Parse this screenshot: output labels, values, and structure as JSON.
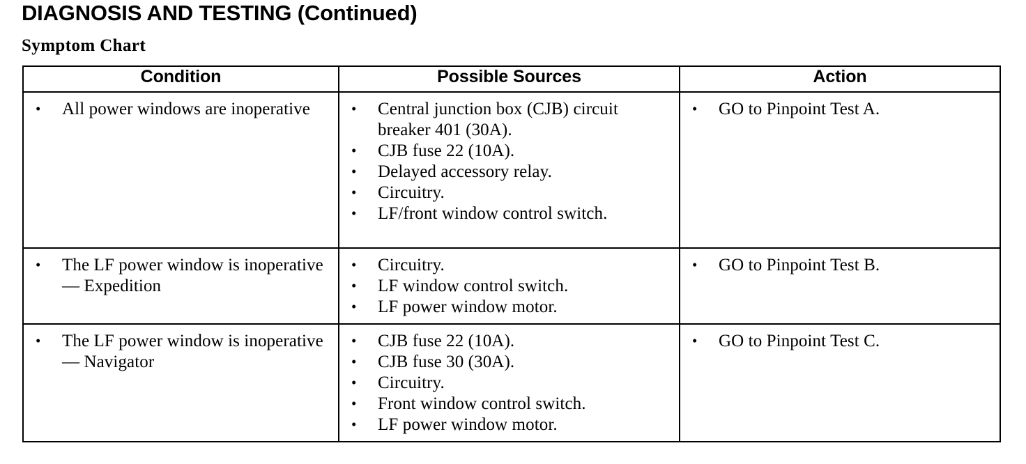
{
  "document": {
    "title": "DIAGNOSIS AND TESTING (Continued)",
    "subtitle": "Symptom Chart"
  },
  "table": {
    "headers": {
      "condition": "Condition",
      "sources": "Possible Sources",
      "action": "Action"
    },
    "rows": [
      {
        "condition": [
          "All power windows are inoperative"
        ],
        "sources": [
          "Central junction box (CJB) circuit breaker 401 (30A).",
          "CJB fuse 22 (10A).",
          "Delayed accessory relay.",
          "Circuitry.",
          "LF/front window control switch."
        ],
        "action": [
          "GO to Pinpoint Test A."
        ]
      },
      {
        "condition": [
          "The LF power window is inoperative — Expedition"
        ],
        "sources": [
          "Circuitry.",
          "LF window control switch.",
          "LF power window motor."
        ],
        "action": [
          "GO to Pinpoint Test B."
        ]
      },
      {
        "condition": [
          "The LF power window is inoperative — Navigator"
        ],
        "sources": [
          "CJB fuse 22 (10A).",
          "CJB fuse 30 (30A).",
          "Circuitry.",
          "Front window control switch.",
          "LF power window motor."
        ],
        "action": [
          "GO to Pinpoint Test C."
        ]
      }
    ]
  },
  "colors": {
    "text": "#000000",
    "background": "#ffffff",
    "border": "#000000"
  }
}
